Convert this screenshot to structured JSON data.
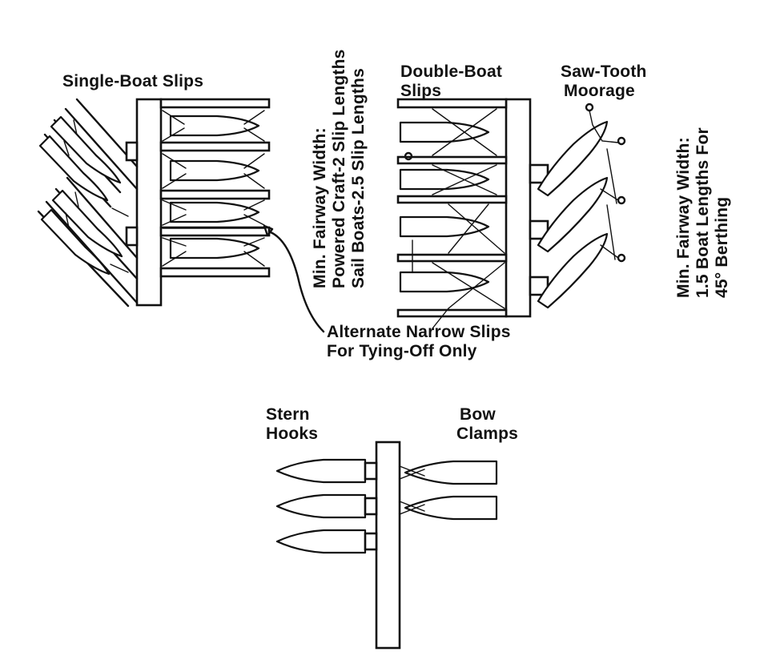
{
  "labels": {
    "single_boat_slips": "Single-Boat Slips",
    "fairway_title": "Min. Fairway Width:",
    "fairway_powered": "Powered Craft-2 Slip Lengths",
    "fairway_sail": "Sail Boats-2.5 Slip Lengths",
    "double_boat_line1": "Double-Boat",
    "double_boat_line2": "Slips",
    "saw_tooth_line1": "Saw-Tooth",
    "saw_tooth_line2": "Moorage",
    "fairway2_title": "Min. Fairway Width:",
    "fairway2_line1": "1.5 Boat Lengths For",
    "fairway2_line2": "45° Berthing",
    "alternate_line1": "Alternate Narrow Slips",
    "alternate_line2": "For Tying-Off Only",
    "stern_line1": "Stern",
    "stern_line2": "Hooks",
    "bow_line1": "Bow",
    "bow_line2": "Clamps"
  },
  "colors": {
    "ink": "#111111",
    "paper": "#ffffff"
  }
}
